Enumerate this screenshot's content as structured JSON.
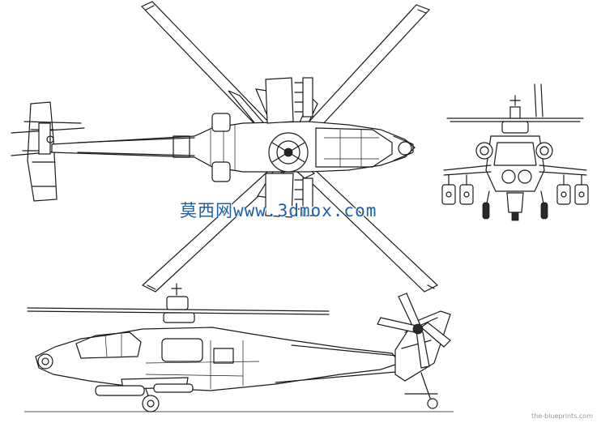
{
  "watermark": {
    "text": "莫西网www.3dmox.com",
    "color": "#1d5fa8"
  },
  "credit": {
    "text": "the-blueprints.com"
  },
  "views": [
    "top-view",
    "front-view",
    "side-view"
  ]
}
